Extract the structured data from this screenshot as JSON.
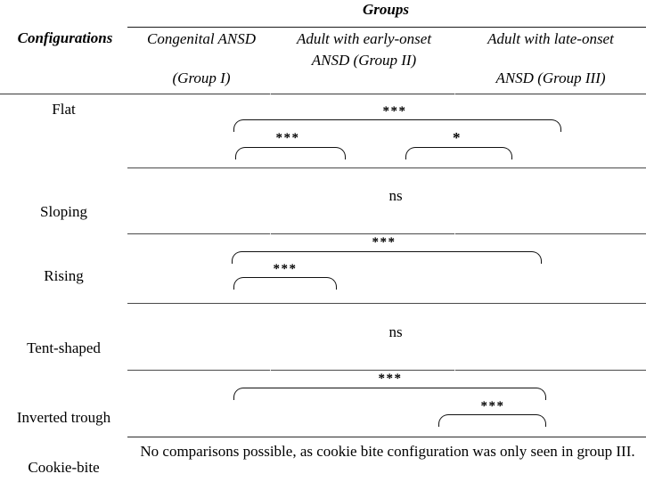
{
  "table": {
    "group_header": "Groups",
    "config_header": "Configurations",
    "columns": [
      {
        "line1": "Congenital ANSD",
        "line2": "(Group I)"
      },
      {
        "line1": "Adult with early-onset",
        "line2": "ANSD (Group II)"
      },
      {
        "line1": "Adult with late-onset",
        "line2": "ANSD (Group III)"
      }
    ],
    "rows": [
      {
        "label": "Flat",
        "kind": "brackets",
        "comparisons": [
          {
            "sig": "***",
            "span": "I-III"
          },
          {
            "sig": "***",
            "span": "I-II"
          },
          {
            "sig": "*",
            "span": "II-III"
          }
        ]
      },
      {
        "label": "Sloping",
        "kind": "ns",
        "comparisons": [
          {
            "sig": "ns",
            "span": "all"
          }
        ]
      },
      {
        "label": "Rising",
        "kind": "brackets",
        "comparisons": [
          {
            "sig": "***",
            "span": "I-III"
          },
          {
            "sig": "***",
            "span": "I-II"
          }
        ]
      },
      {
        "label": "Tent-shaped",
        "kind": "ns",
        "comparisons": [
          {
            "sig": "ns",
            "span": "all"
          }
        ]
      },
      {
        "label": "Inverted trough",
        "kind": "brackets",
        "comparisons": [
          {
            "sig": "***",
            "span": "I-III"
          },
          {
            "sig": "***",
            "span": "II-III"
          }
        ]
      },
      {
        "label": "Cookie-bite",
        "kind": "note",
        "note": "No comparisons possible, as cookie bite configuration was only seen in group III."
      }
    ]
  },
  "colors": {
    "text": "#000000",
    "rule": "#2b2b2b",
    "bracket": "#111111"
  }
}
